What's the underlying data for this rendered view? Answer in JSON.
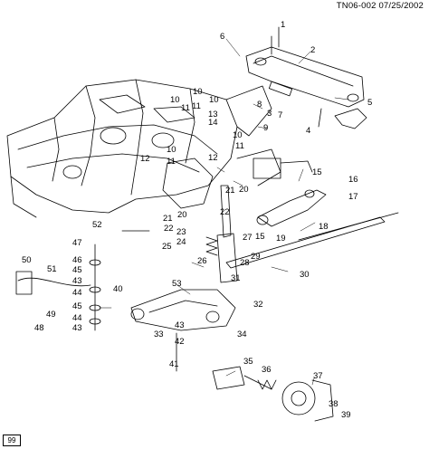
{
  "header": {
    "ref": "TN06-002",
    "date": "07/25/2002"
  },
  "footer": {
    "badge": "99"
  },
  "callouts": [
    "1",
    "2",
    "3",
    "4",
    "5",
    "6",
    "7",
    "8",
    "9",
    "10",
    "11",
    "12",
    "13",
    "14",
    "15",
    "16",
    "17",
    "18",
    "19",
    "20",
    "21",
    "22",
    "23",
    "24",
    "25",
    "26",
    "27",
    "28",
    "29",
    "30",
    "31",
    "32",
    "33",
    "34",
    "35",
    "36",
    "37",
    "38",
    "39",
    "40",
    "41",
    "42",
    "43",
    "44",
    "45",
    "46",
    "47",
    "48",
    "49",
    "50",
    "51",
    "52",
    "53"
  ]
}
